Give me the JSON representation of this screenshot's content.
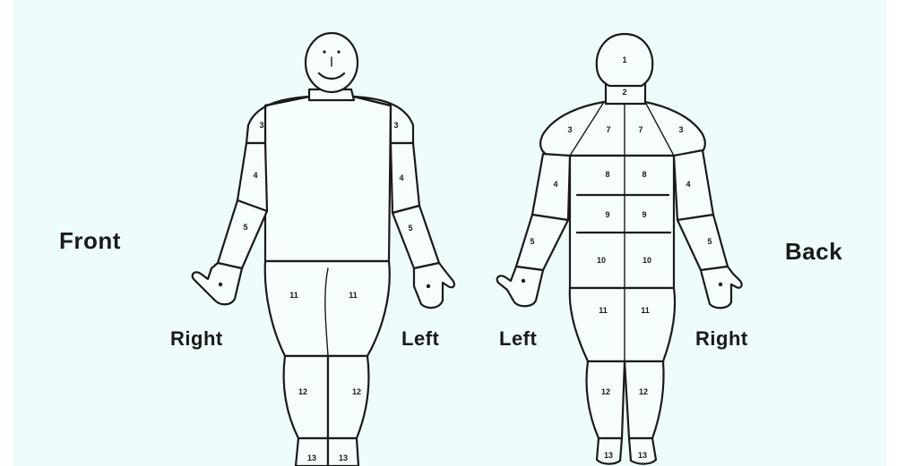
{
  "labels": {
    "front": "Front",
    "back": "Back",
    "front_right": "Right",
    "front_left": "Left",
    "back_left": "Left",
    "back_right": "Right"
  },
  "regions": {
    "head_back": "1",
    "neck_back": "2",
    "shoulder": "3",
    "upper_arm": "4",
    "forearm": "5",
    "upper_back": "7",
    "mid_back": "8",
    "lower_mid_back": "9",
    "lower_back": "10",
    "thigh": "11",
    "lower_leg": "12",
    "foot": "13"
  },
  "colors": {
    "paper": "#eefcfc",
    "ink": "#1a1a1a"
  }
}
